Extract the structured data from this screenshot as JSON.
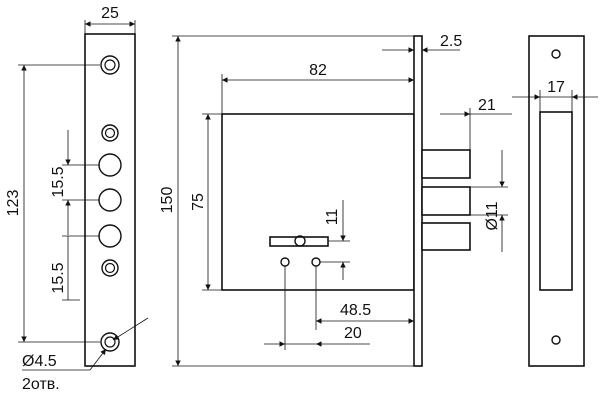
{
  "dimensions": {
    "faceplate_width": "25",
    "faceplate_height": "123",
    "hole_spacing_upper": "15.5",
    "hole_spacing_lower": "15.5",
    "mount_hole_diameter": "Ø4.5",
    "mount_hole_count": "2отв.",
    "backset": "82",
    "overall_height": "150",
    "case_height": "75",
    "plate_thickness": "2.5",
    "bolt_projection": "21",
    "bolt_diameter": "Ø11",
    "handle_offset": "11",
    "spindle_distance": "48.5",
    "spindle_spacing": "20",
    "strike_slot_width": "17"
  }
}
